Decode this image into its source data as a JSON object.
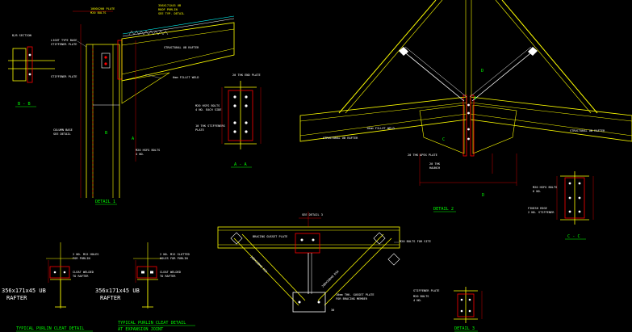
{
  "colors": {
    "background": "#000000",
    "member": "#ffff00",
    "plate": "#ff0000",
    "dimension": "#ff0000",
    "bolt": "#ffffff",
    "weld": "#00ffff",
    "title": "#00ff00",
    "note": "#ffffff"
  },
  "titles": {
    "detail1": "DETAIL 1",
    "detail2": "DETAIL 2",
    "detail3": "DETAIL 3",
    "purlin_cleat": "TYPICAL PURLIN CLEAT DETAIL",
    "purlin_cleat_exp_line1": "TYPICAL PURLIN CLEAT DETAIL",
    "purlin_cleat_exp_line2": "AT EXPANSION JOINT"
  },
  "section_marks": {
    "bb": "B - B",
    "aa": "A - A",
    "cc": "C - C"
  },
  "rafter": {
    "size": "356x171x45 UB",
    "label": "RAFTER"
  },
  "notes": {
    "d1_top_1": "1000X200 PLATE",
    "d1_top_2": "M20 BOLTS",
    "d1_top_right_1": "356X171X45 UB",
    "d1_top_right_2": "ROOF PURLIN",
    "d1_top_right_3": "SEE TYP. DETAIL",
    "d1_left_1": "LIGHT TYPE BASE",
    "d1_left_2": "STIFFENER PLATE",
    "d1_bb_ref": "B/B SECTION",
    "d1_stiffener": "STIFFENER PLATE",
    "d1_rafter_label": "STRUCTURAL UB RAFTER",
    "d1_weld": "6mm FILLET WELD",
    "d1_col_1": "COLUMN BASE",
    "d1_col_2": "SEE DETAIL",
    "d1_bolts_1": "M20 HSFG BOLTS",
    "d1_bolts_2": "4 NO.",
    "aa_top": "20 THK END PLATE",
    "aa_side_1": "M20 HSFG BOLTS",
    "aa_side_2": "4 NO. EACH SIDE",
    "aa_side_3": "10 THK STIFFENERS",
    "aa_side_4": "PLATE",
    "d2_left_rafter": "STRUCTURAL UB RAFTER",
    "d2_right_rafter": "STRUCTURAL UB RAFTER",
    "d2_weld": "10mm FILLET WELD",
    "d2_apex": "20 THK APEX PLATE",
    "d2_haunch_1": "20 THK",
    "d2_haunch_2": "HAUNCH",
    "cc_1": "M20 HSFG BOLTS",
    "cc_2": "6 NO.",
    "cc_3": "FINISH EDGE",
    "cc_4": "2 NO. STIFFENER",
    "br_tie": "SEE DETAIL 3",
    "br_bracing_plate": "BRACING GUSSET PLATE",
    "br_member_left": "200X100X8 RSA",
    "br_member_right": "200X100X8 RSA",
    "br_bolts": "M20 BOLTS FOR SITE",
    "br_gusset_1": "10mm THK. GUSSET PLATE",
    "br_gusset_2": "FOR BRACING MEMBER",
    "br_angle": "30",
    "pc_1": "2 NO. M12 HOLES",
    "pc_2": "FOR PURLIN",
    "pc_3": "CLEAT WELDED",
    "pc_4": "TO RAFTER",
    "pcx_1": "2 NO. M12 SLOTTED",
    "pcx_2": "HOLES FOR PURLIN",
    "pcx_3": "CLEAT WELDED",
    "pcx_4": "TO RAFTER",
    "d3_1": "STIFFENER PLATE",
    "d3_2": "M20 BOLTS",
    "d3_3": "4 NO."
  }
}
